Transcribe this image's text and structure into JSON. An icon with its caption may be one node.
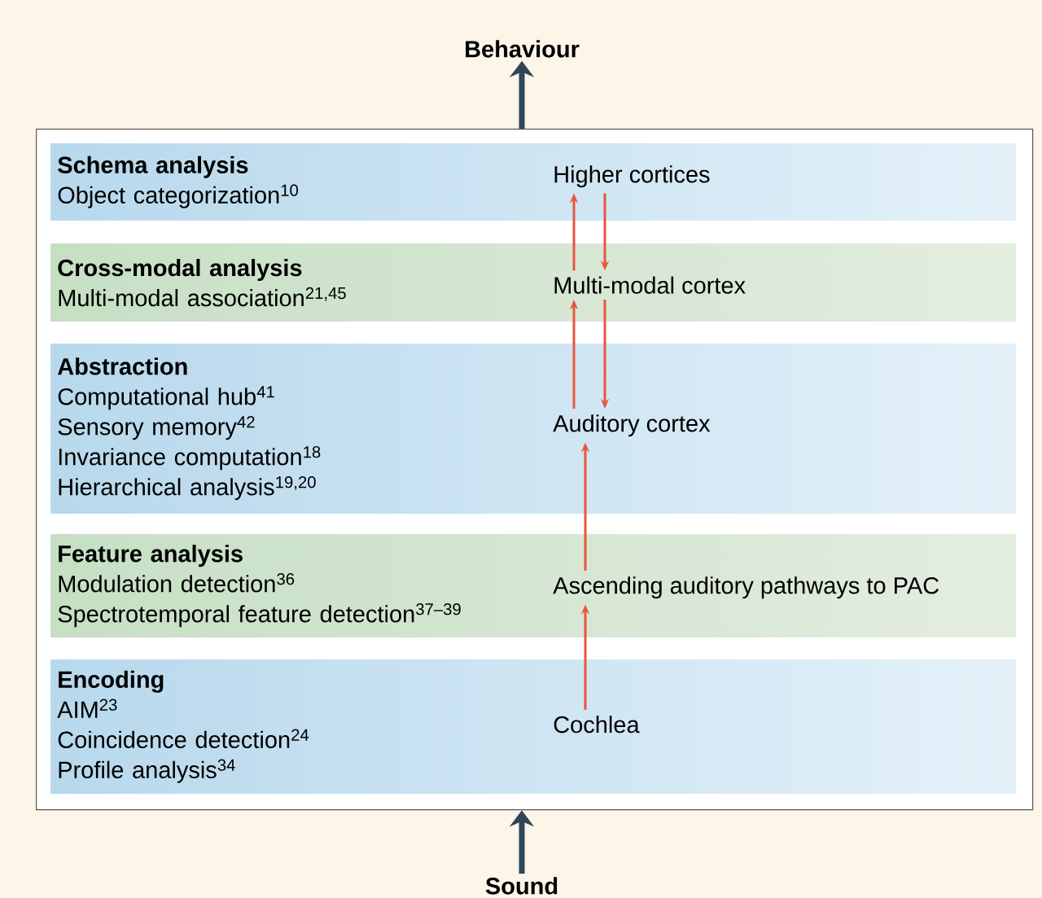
{
  "diagram": {
    "nodes": [
      {
        "text": [
          "Behaviour"
        ]
      },
      {
        "text": [],
        "shape": "box"
      },
      {
        "text": [
          "Schema analysis",
          "Object categorization$^{10}$"
        ],
        "in": 1
      },
      {
        "text": [
          "Higher cortices"
        ],
        "in": 2
      },
      {
        "text": [
          "Cross-modal analysis",
          "Multi-modal association$^{21,45}$"
        ],
        "in": 1
      },
      {
        "text": [
          "Multi-modal cortex"
        ],
        "in": 4
      },
      {
        "text": [
          "Abstraction",
          "Computational hub$^{41}$",
          "Sensory memory$^{42}$",
          "Invariance computation$^{18}$",
          "Hierarchical analysis$^{19,20}$"
        ],
        "in": 1
      },
      {
        "text": [
          "Auditory cortex"
        ],
        "in": 6
      },
      {
        "text": [
          "Feature analysis",
          "Modulation detection$^{36}$",
          "Spectrotemporal feature detection$^{37–39}$"
        ],
        "in": 1
      },
      {
        "text": [
          "Ascending auditory pathways to PAC"
        ],
        "in": 8
      },
      {
        "text": [
          "Encoding",
          "AIM$^{23}$",
          "Coincidence detection$^{24}$",
          "Profile analysis$^{34}$"
        ],
        "in": 1
      },
      {
        "text": [
          "Cochlea"
        ],
        "in": 10
      },
      {
        "text": [
          "Sound"
        ]
      }
    ],
    "edges": [
      {
        "from": 1,
        "to": 0,
        "arrow": "to",
        "style": "thick",
        "color": "#2f4757"
      },
      {
        "from": 5,
        "to": 3,
        "arrow": "to"
      },
      {
        "from": 3,
        "to": 5,
        "arrow": "to"
      },
      {
        "from": 7,
        "to": 5,
        "arrow": "to"
      },
      {
        "from": 5,
        "to": 7,
        "arrow": "to"
      },
      {
        "from": 9,
        "to": 7,
        "arrow": "to"
      },
      {
        "from": 11,
        "to": 9,
        "arrow": "to"
      },
      {
        "from": 12,
        "to": 1,
        "arrow": "to",
        "style": "thick",
        "color": "#2f4757"
      }
    ]
  }
}
